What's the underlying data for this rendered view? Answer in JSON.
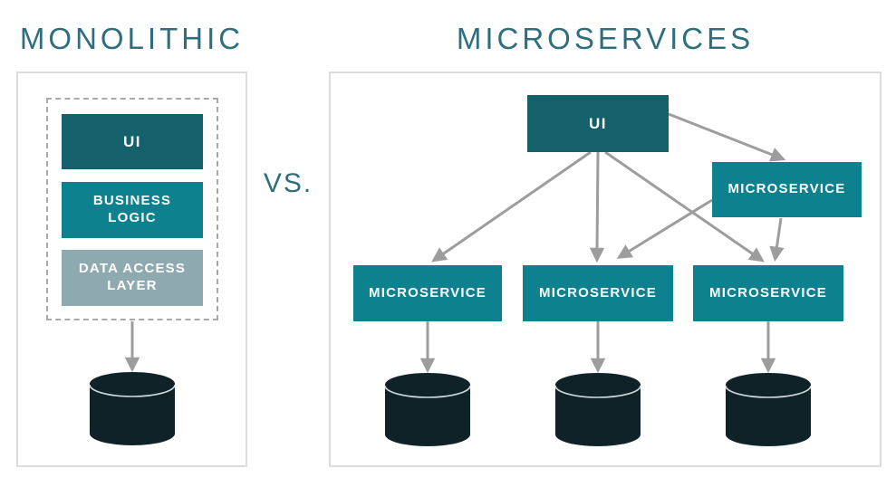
{
  "diagram": {
    "vs_label": "VS.",
    "monolithic": {
      "title": "MONOLITHIC",
      "layers": [
        {
          "id": "ui",
          "label": "UI",
          "color": "#14606b"
        },
        {
          "id": "business-logic",
          "label": "BUSINESS\nLOGIC",
          "color": "#0d828e"
        },
        {
          "id": "data-access-layer",
          "label": "DATA ACCESS\nLAYER",
          "color": "#8fa9b1"
        }
      ],
      "edges": [
        {
          "from": "monolith-app",
          "to": "database"
        }
      ]
    },
    "microservices": {
      "title": "MICROSERVICES",
      "ui_node": {
        "id": "ui",
        "label": "UI",
        "color": "#14606b"
      },
      "gateway_node": {
        "id": "microservice-gateway",
        "label": "MICROSERVICE",
        "color": "#0d828e"
      },
      "services": [
        {
          "id": "microservice-1",
          "label": "MICROSERVICE",
          "color": "#0d828e"
        },
        {
          "id": "microservice-2",
          "label": "MICROSERVICE",
          "color": "#0d828e"
        },
        {
          "id": "microservice-3",
          "label": "MICROSERVICE",
          "color": "#0d828e"
        }
      ],
      "edges": [
        {
          "from": "ui",
          "to": "microservice-gateway"
        },
        {
          "from": "ui",
          "to": "microservice-1"
        },
        {
          "from": "ui",
          "to": "microservice-2"
        },
        {
          "from": "ui",
          "to": "microservice-3"
        },
        {
          "from": "microservice-gateway",
          "to": "microservice-2"
        },
        {
          "from": "microservice-gateway",
          "to": "microservice-3"
        },
        {
          "from": "microservice-1",
          "to": "database-1"
        },
        {
          "from": "microservice-2",
          "to": "database-2"
        },
        {
          "from": "microservice-3",
          "to": "database-3"
        }
      ]
    },
    "colors": {
      "dark_teal": "#14606b",
      "teal": "#0d828e",
      "muted_blue_gray": "#8fa9b1",
      "database_dark": "#0e2227",
      "arrow_gray": "#9d9d9d",
      "title_teal": "#2e6e7d",
      "panel_border": "#dcdddd",
      "dashed_border": "#a9a9a9"
    }
  }
}
